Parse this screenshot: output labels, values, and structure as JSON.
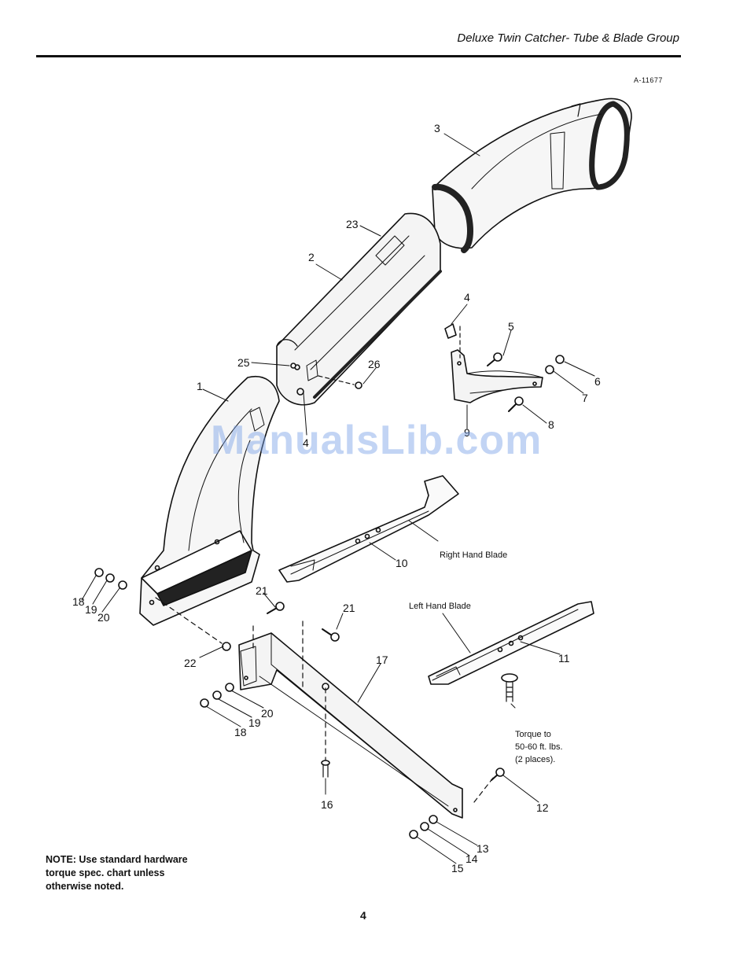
{
  "header": {
    "title": "Deluxe Twin Catcher- Tube & Blade Group",
    "ref_code": "A-11677"
  },
  "watermark": "ManualsLib.com",
  "part_labels": [
    "1",
    "2",
    "3",
    "4",
    "5",
    "6",
    "7",
    "8",
    "9",
    "10",
    "11",
    "12",
    "13",
    "14",
    "15",
    "16",
    "17",
    "18",
    "19",
    "20",
    "21",
    "22",
    "23",
    "25",
    "26"
  ],
  "labels": {
    "p1": "1",
    "p2": "2",
    "p3": "3",
    "p4a": "4",
    "p4b": "4",
    "p5": "5",
    "p6": "6",
    "p7": "7",
    "p8": "8",
    "p9": "9",
    "p10": "10",
    "p11": "11",
    "p12": "12",
    "p13": "13",
    "p14": "14",
    "p15": "15",
    "p16": "16",
    "p17": "17",
    "p18a": "18",
    "p18b": "18",
    "p19a": "19",
    "p19b": "19",
    "p20a": "20",
    "p20b": "20",
    "p21a": "21",
    "p21b": "21",
    "p22": "22",
    "p23": "23",
    "p25": "25",
    "p26": "26"
  },
  "callouts": {
    "right_blade": "Right Hand Blade",
    "left_blade": "Left Hand Blade",
    "torque_line1": "Torque to",
    "torque_line2": "50-60 ft. lbs.",
    "torque_line3": "(2 places)."
  },
  "note": {
    "line1": "NOTE: Use standard hardware",
    "line2": "torque spec. chart unless",
    "line3": "otherwise noted."
  },
  "page_number": "4"
}
